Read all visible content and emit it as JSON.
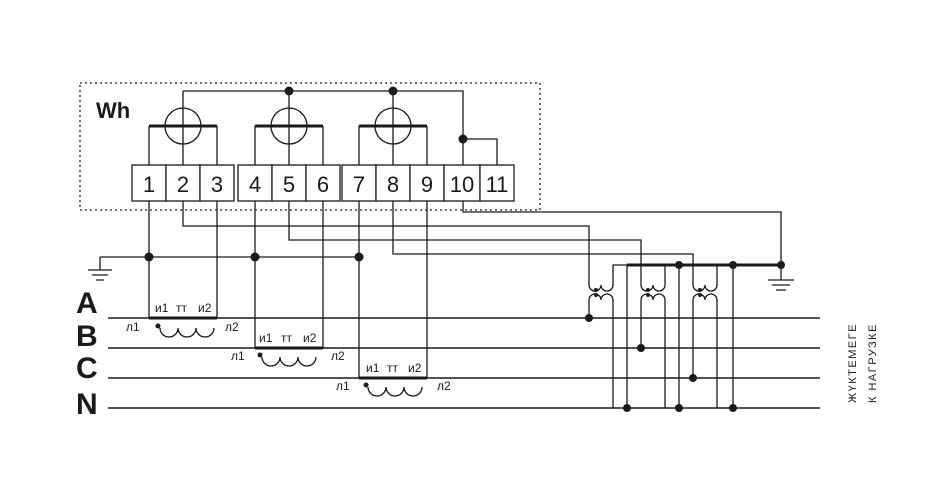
{
  "meter": {
    "label": "Wh"
  },
  "terminals": [
    "1",
    "2",
    "3",
    "4",
    "5",
    "6",
    "7",
    "8",
    "9",
    "10",
    "11"
  ],
  "phases": [
    "A",
    "B",
    "C",
    "N"
  ],
  "current_transformers": [
    {
      "top_left": "и1",
      "top_mid": "тт",
      "top_right": "и2",
      "bottom_left": "л1",
      "bottom_right": "л2"
    },
    {
      "top_left": "и1",
      "top_mid": "тт",
      "top_right": "и2",
      "bottom_left": "л1",
      "bottom_right": "л2"
    },
    {
      "top_left": "и1",
      "top_mid": "тт",
      "top_right": "и2",
      "bottom_left": "л1",
      "bottom_right": "л2"
    }
  ],
  "load": {
    "line1": "ЖҮКТЕМЕГЕ",
    "line2": "К НАГРУЗКЕ"
  }
}
